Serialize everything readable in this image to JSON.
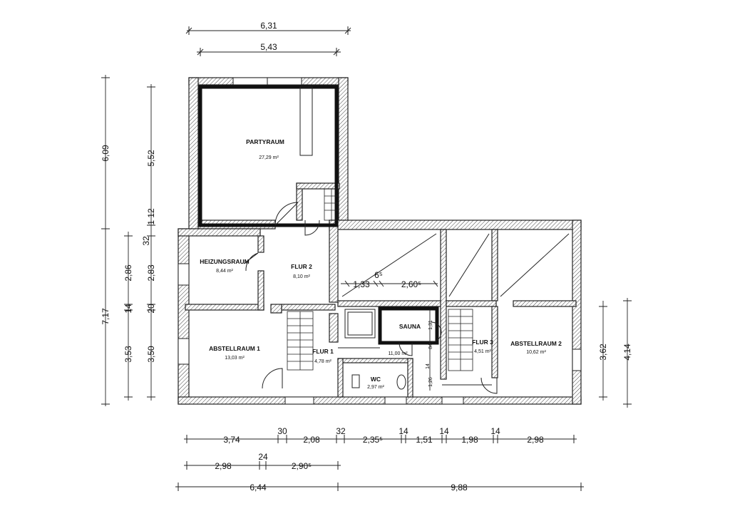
{
  "rooms": {
    "partyraum": {
      "name": "PARTYRAUM",
      "area": "27,29 m²"
    },
    "heizungsraum": {
      "name": "HEIZUNGSRAUM",
      "area": "8,44 m²"
    },
    "flur2": {
      "name": "FLUR 2",
      "area": "8,10 m²"
    },
    "abstellraum1": {
      "name": "ABSTELLRAUM 1",
      "area": "13,03 m²"
    },
    "flur1": {
      "name": "FLUR 1",
      "area": "4,78 m²"
    },
    "wc": {
      "name": "WC",
      "area": "2,97 m²"
    },
    "sauna": {
      "name": "SAUNA",
      "area": ""
    },
    "sauna_zone": {
      "name": "",
      "area": "11,00 m²"
    },
    "flur3": {
      "name": "FLUR 3",
      "area": "4,51 m²"
    },
    "abstellraum2": {
      "name": "ABSTELLRAUM 2",
      "area": "10,62 m²"
    }
  },
  "dims": {
    "top_outer": "6,31",
    "top_inner": "5,43",
    "left_outer_upper": "6,09",
    "left_inner_upper": "5,52",
    "left_12": "1 12",
    "left_32": "32",
    "left_286": "2,86",
    "left_283": "2,83",
    "left_14": "14",
    "left_20": "20",
    "left_717": "7,17",
    "left_353": "3,53",
    "left_350": "3,50",
    "right_362": "3,62",
    "right_414": "4,14",
    "inner_133": "1,33",
    "inner_65": "6⁵",
    "inner_2605": "2,60⁵",
    "inner_131": "1,31",
    "inner_84": "84",
    "inner_14": "14",
    "inner_126": "1,26",
    "bot1": [
      "3,74",
      "30",
      "2,08",
      "32",
      "2,35⁵",
      "14",
      "1,51",
      "14",
      "1,98",
      "14",
      "2,98"
    ],
    "bot2": [
      "2,98",
      "24",
      "2,90⁵"
    ],
    "bot3": [
      "6,44",
      "9,88"
    ]
  }
}
